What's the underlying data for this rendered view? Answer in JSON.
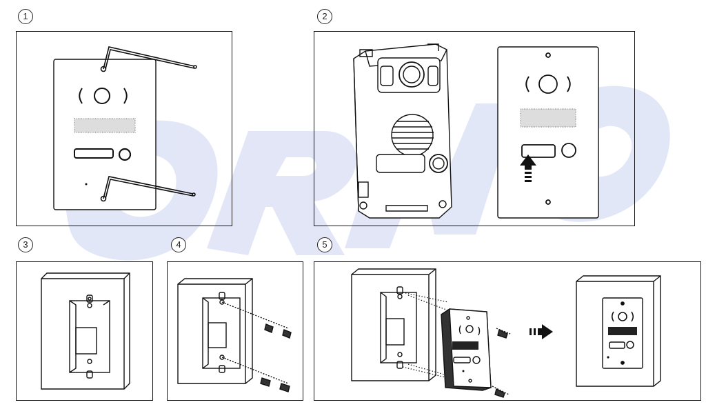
{
  "steps": [
    {
      "number": "1"
    },
    {
      "number": "2"
    },
    {
      "number": "3"
    },
    {
      "number": "4"
    },
    {
      "number": "5"
    }
  ],
  "watermark": {
    "text": "ORNO",
    "color": "#dfe4f6"
  },
  "colors": {
    "line": "#111111",
    "speaker_fill": "#d8d8d8",
    "module_fill": "#ffffff"
  }
}
